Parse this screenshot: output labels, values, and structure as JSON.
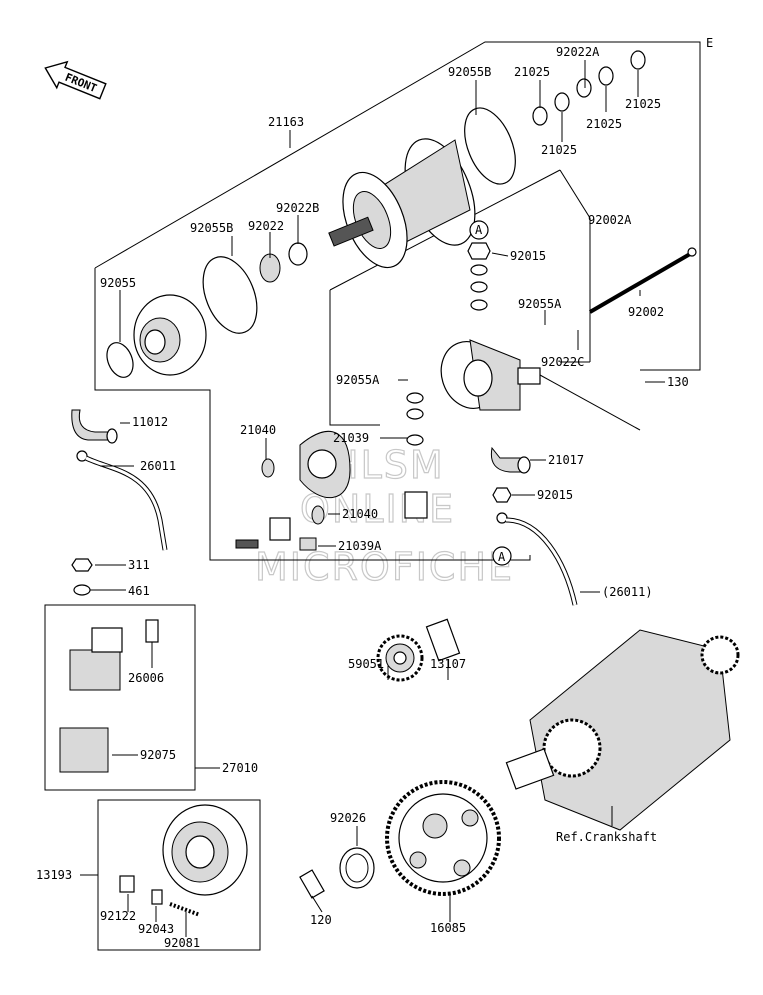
{
  "front_label": "FRONT",
  "corner_label": "E",
  "reference_label": "Ref.Crankshaft",
  "callout_marker": "A",
  "watermark": [
    "HLSM",
    "ONLINE",
    "MICROFICHE"
  ],
  "part_labels": {
    "p92022A": "92022A",
    "p92055B_top": "92055B",
    "p21025_a": "21025",
    "p21025_b": "21025",
    "p21025_c": "21025",
    "p21025_d": "21025",
    "p21163": "21163",
    "p92002A": "92002A",
    "p92022B": "92022B",
    "p92055B": "92055B",
    "p92022": "92022",
    "p92055": "92055",
    "p92015_top": "92015",
    "p92055A_right": "92055A",
    "p92002": "92002",
    "p92022C": "92022C",
    "p130": "130",
    "p92055A_left": "92055A",
    "p11012": "11012",
    "p21040_a": "21040",
    "p21039": "21039",
    "p21017": "21017",
    "p26011": "26011",
    "p92015_bot": "92015",
    "p21040_b": "21040",
    "p21039A": "21039A",
    "p311": "311",
    "p461": "461",
    "p26011_ref": "(26011)",
    "p26006": "26006",
    "p59051": "59051",
    "p13107": "13107",
    "p92075": "92075",
    "p27010": "27010",
    "p92026": "92026",
    "p13193": "13193",
    "p92122": "92122",
    "p92043": "92043",
    "p92081": "92081",
    "p120": "120",
    "p16085": "16085"
  }
}
